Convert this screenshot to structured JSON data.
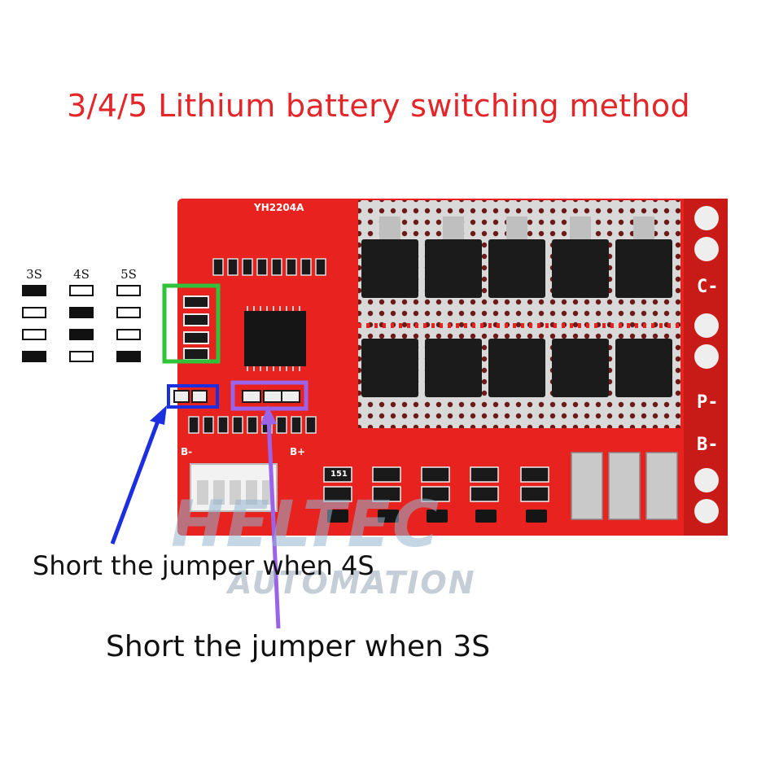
{
  "title": "3/4/5 Lithium battery switching method",
  "legend": {
    "columns": [
      {
        "label": "3S",
        "pads": [
          true,
          false,
          false,
          true
        ]
      },
      {
        "label": "4S",
        "pads": [
          false,
          true,
          true,
          false
        ]
      },
      {
        "label": "5S",
        "pads": [
          false,
          false,
          false,
          true
        ]
      }
    ]
  },
  "board": {
    "model": "YH2204A",
    "terminals": [
      "C-",
      "P-",
      "B-"
    ],
    "silk_b_minus": "B-",
    "silk_b_plus": "B+",
    "resistor_code": "151"
  },
  "watermark": {
    "brand": "HELTEC",
    "sub": "AUTOMATION"
  },
  "captions": {
    "jumper_4s": "Short the jumper when 4S",
    "jumper_3s": "Short the jumper when 3S"
  },
  "colors": {
    "title": "#e3262a",
    "pcb": "#e8231f",
    "box_5s": "#2fc23a",
    "box_4s": "#1c2fe0",
    "box_3s": "#9a63ea"
  }
}
